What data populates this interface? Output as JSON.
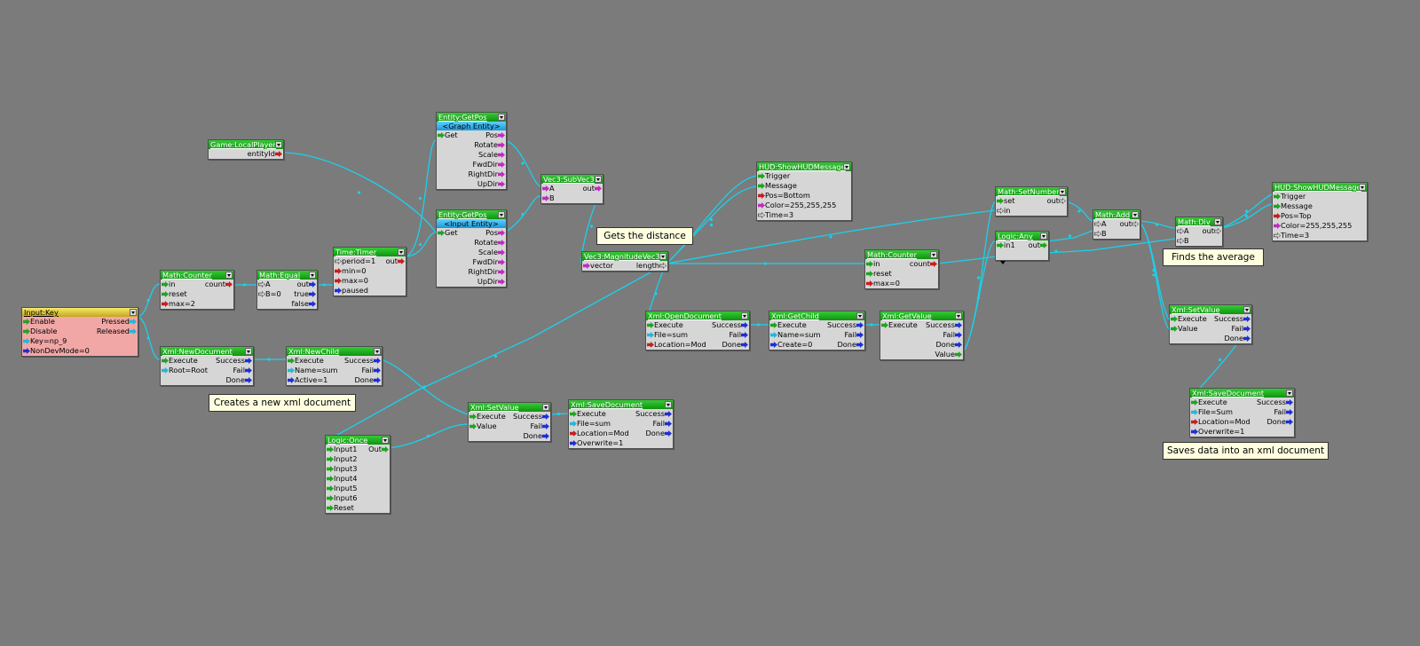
{
  "colors": {
    "background": "#7b7b7b",
    "wire": "#18d2ec",
    "node_bg": "#d6d6d6",
    "header_green": "#1eb01e",
    "header_yellow": "#e0c93a",
    "input_key_bg": "#f2a7a7"
  },
  "port_colors": {
    "g": "green",
    "r": "red",
    "b": "blue",
    "m": "magenta",
    "c": "cyan",
    "w": "white-outline"
  },
  "nodes": {
    "input_key": {
      "title": "Input:Key",
      "inputs": [
        [
          "g",
          "Enable"
        ],
        [
          "g",
          "Disable"
        ],
        [
          "c",
          "Key=np_9"
        ],
        [
          "b",
          "NonDevMode=0"
        ]
      ],
      "outputs": [
        [
          "Pressed",
          "c"
        ],
        [
          "Released",
          "c"
        ]
      ]
    },
    "math_counter_1": {
      "title": "Math:Counter",
      "inputs": [
        [
          "g",
          "in"
        ],
        [
          "g",
          "reset"
        ],
        [
          "r",
          "max=2"
        ]
      ],
      "outputs": [
        [
          "count",
          "r"
        ]
      ]
    },
    "math_equal": {
      "title": "Math:Equal",
      "inputs": [
        [
          "w",
          "A"
        ],
        [
          "w",
          "B=0"
        ]
      ],
      "outputs": [
        [
          "out",
          "b"
        ],
        [
          "true",
          "b"
        ],
        [
          "false",
          "b"
        ]
      ]
    },
    "time_timer": {
      "title": "Time:Timer",
      "inputs": [
        [
          "w",
          "period=1"
        ],
        [
          "r",
          "min=0"
        ],
        [
          "r",
          "max=0"
        ],
        [
          "b",
          "paused"
        ]
      ],
      "outputs": [
        [
          "out",
          "r"
        ]
      ]
    },
    "game_localplayer": {
      "title": "Game:LocalPlayer",
      "inputs": [],
      "outputs": [
        [
          "entityId",
          "r"
        ]
      ]
    },
    "entity_getpos_1": {
      "title": "Entity:GetPos",
      "subtitle": "<Graph Entity>",
      "inputs": [
        [
          "g",
          "Get"
        ]
      ],
      "outputs": [
        [
          "Pos",
          "m"
        ],
        [
          "Rotate",
          "m"
        ],
        [
          "Scale",
          "m"
        ],
        [
          "FwdDir",
          "m"
        ],
        [
          "RightDir",
          "m"
        ],
        [
          "UpDir",
          "m"
        ]
      ]
    },
    "entity_getpos_2": {
      "title": "Entity:GetPos",
      "subtitle": "<Input Entity>",
      "inputs": [
        [
          "g",
          "Get"
        ]
      ],
      "outputs": [
        [
          "Pos",
          "m"
        ],
        [
          "Rotate",
          "m"
        ],
        [
          "Scale",
          "m"
        ],
        [
          "FwdDir",
          "m"
        ],
        [
          "RightDir",
          "m"
        ],
        [
          "UpDir",
          "m"
        ]
      ]
    },
    "vec3_subvec3": {
      "title": "Vec3:SubVec3",
      "inputs": [
        [
          "m",
          "A"
        ],
        [
          "m",
          "B"
        ]
      ],
      "outputs": [
        [
          "out",
          "m"
        ]
      ]
    },
    "vec3_magnitude": {
      "title": "Vec3:MagnitudeVec3",
      "inputs": [
        [
          "m",
          "vector"
        ]
      ],
      "outputs": [
        [
          "length",
          "w"
        ]
      ]
    },
    "hud_show_1": {
      "title": "HUD:ShowHUDMessage",
      "inputs": [
        [
          "g",
          "Trigger"
        ],
        [
          "g",
          "Message"
        ],
        [
          "r",
          "Pos=Bottom"
        ],
        [
          "m",
          "Color=255,255,255"
        ],
        [
          "w",
          "Time=3"
        ]
      ],
      "outputs": []
    },
    "math_counter_2": {
      "title": "Math:Counter",
      "inputs": [
        [
          "g",
          "in"
        ],
        [
          "g",
          "reset"
        ],
        [
          "r",
          "max=0"
        ]
      ],
      "outputs": [
        [
          "count",
          "r"
        ]
      ]
    },
    "math_setnumber": {
      "title": "Math:SetNumber",
      "inputs": [
        [
          "g",
          "set"
        ],
        [
          "w",
          "in"
        ]
      ],
      "outputs": [
        [
          "out",
          "w"
        ]
      ]
    },
    "logic_any": {
      "title": "Logic:Any",
      "inputs": [
        [
          "g",
          "in1"
        ]
      ],
      "outputs": [
        [
          "out",
          "g"
        ]
      ]
    },
    "math_add": {
      "title": "Math:Add",
      "inputs": [
        [
          "w",
          "A"
        ],
        [
          "w",
          "B"
        ]
      ],
      "outputs": [
        [
          "out",
          "w"
        ]
      ]
    },
    "math_div": {
      "title": "Math:Div",
      "inputs": [
        [
          "w",
          "A"
        ],
        [
          "w",
          "B"
        ]
      ],
      "outputs": [
        [
          "out",
          "w"
        ]
      ]
    },
    "hud_show_2": {
      "title": "HUD:ShowHUDMessage",
      "inputs": [
        [
          "g",
          "Trigger"
        ],
        [
          "g",
          "Message"
        ],
        [
          "r",
          "Pos=Top"
        ],
        [
          "m",
          "Color=255,255,255"
        ],
        [
          "w",
          "Time=3"
        ]
      ],
      "outputs": []
    },
    "xml_newdocument": {
      "title": "Xml:NewDocument",
      "inputs": [
        [
          "g",
          "Execute"
        ],
        [
          "c",
          "Root=Root"
        ]
      ],
      "outputs": [
        [
          "Success",
          "b"
        ],
        [
          "Fail",
          "b"
        ],
        [
          "Done",
          "b"
        ]
      ]
    },
    "xml_newchild": {
      "title": "Xml:NewChild",
      "inputs": [
        [
          "g",
          "Execute"
        ],
        [
          "c",
          "Name=sum"
        ],
        [
          "b",
          "Active=1"
        ]
      ],
      "outputs": [
        [
          "Success",
          "b"
        ],
        [
          "Fail",
          "b"
        ],
        [
          "Done",
          "b"
        ]
      ]
    },
    "logic_once": {
      "title": "Logic:Once",
      "inputs": [
        [
          "g",
          "Input1"
        ],
        [
          "g",
          "Input2"
        ],
        [
          "g",
          "Input3"
        ],
        [
          "g",
          "Input4"
        ],
        [
          "g",
          "Input5"
        ],
        [
          "g",
          "Input6"
        ],
        [
          "g",
          "Reset"
        ]
      ],
      "outputs": [
        [
          "Out",
          "g"
        ]
      ]
    },
    "xml_setvalue_1": {
      "title": "Xml:SetValue",
      "inputs": [
        [
          "g",
          "Execute"
        ],
        [
          "g",
          "Value"
        ]
      ],
      "outputs": [
        [
          "Success",
          "b"
        ],
        [
          "Fail",
          "b"
        ],
        [
          "Done",
          "b"
        ]
      ]
    },
    "xml_savedocument_1": {
      "title": "Xml:SaveDocument",
      "inputs": [
        [
          "g",
          "Execute"
        ],
        [
          "c",
          "File=sum"
        ],
        [
          "r",
          "Location=Mod"
        ],
        [
          "b",
          "Overwrite=1"
        ]
      ],
      "outputs": [
        [
          "Success",
          "b"
        ],
        [
          "Fail",
          "b"
        ],
        [
          "Done",
          "b"
        ]
      ]
    },
    "xml_opendocument": {
      "title": "Xml:OpenDocument",
      "inputs": [
        [
          "g",
          "Execute"
        ],
        [
          "c",
          "File=sum"
        ],
        [
          "r",
          "Location=Mod"
        ]
      ],
      "outputs": [
        [
          "Success",
          "b"
        ],
        [
          "Fail",
          "b"
        ],
        [
          "Done",
          "b"
        ]
      ]
    },
    "xml_getchild": {
      "title": "Xml:GetChild",
      "inputs": [
        [
          "g",
          "Execute"
        ],
        [
          "c",
          "Name=sum"
        ],
        [
          "b",
          "Create=0"
        ]
      ],
      "outputs": [
        [
          "Success",
          "b"
        ],
        [
          "Fail",
          "b"
        ],
        [
          "Done",
          "b"
        ]
      ]
    },
    "xml_getvalue": {
      "title": "Xml:GetValue",
      "inputs": [
        [
          "g",
          "Execute"
        ]
      ],
      "outputs": [
        [
          "Success",
          "b"
        ],
        [
          "Fail",
          "b"
        ],
        [
          "Done",
          "b"
        ],
        [
          "Value",
          "g"
        ]
      ]
    },
    "xml_setvalue_2": {
      "title": "Xml:SetValue",
      "inputs": [
        [
          "g",
          "Execute"
        ],
        [
          "g",
          "Value"
        ]
      ],
      "outputs": [
        [
          "Success",
          "b"
        ],
        [
          "Fail",
          "b"
        ],
        [
          "Done",
          "b"
        ]
      ]
    },
    "xml_savedocument_2": {
      "title": "Xml:SaveDocument",
      "inputs": [
        [
          "g",
          "Execute"
        ],
        [
          "c",
          "File=Sum"
        ],
        [
          "r",
          "Location=Mod"
        ],
        [
          "b",
          "Overwrite=1"
        ]
      ],
      "outputs": [
        [
          "Success",
          "b"
        ],
        [
          "Fail",
          "b"
        ],
        [
          "Done",
          "b"
        ]
      ]
    }
  },
  "comments": {
    "creates_doc": "Creates a new xml document",
    "gets_distance": "Gets the distance",
    "finds_average": "Finds the average",
    "saves_data": "Saves data into an xml document"
  }
}
